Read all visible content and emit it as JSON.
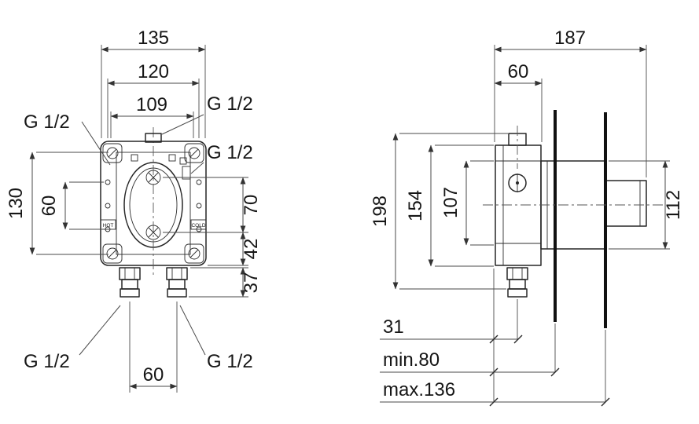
{
  "front": {
    "dims": {
      "width_overall": "135",
      "width_mount": "120",
      "width_port": "109",
      "height_mount": "130",
      "hole_spacing": "60",
      "upper_offset": "70",
      "lower_offset": "42",
      "pipe_projection": "37",
      "pipe_spacing": "60",
      "thread_top_left": "G 1/2",
      "thread_top_right": "G 1/2",
      "thread_right": "G 1/2",
      "thread_bottom_left": "G 1/2",
      "thread_bottom_right": "G 1/2"
    },
    "labels": {
      "hot": "HOT",
      "cold": "COLD"
    }
  },
  "side": {
    "dims": {
      "depth_overall": "187",
      "body_depth": "60",
      "height_overall": "198",
      "body_height": "154",
      "housing_height": "107",
      "housing_diameter": "112",
      "pipe_offset": "31",
      "depth_min": "min.80",
      "depth_max": "max.136"
    }
  }
}
